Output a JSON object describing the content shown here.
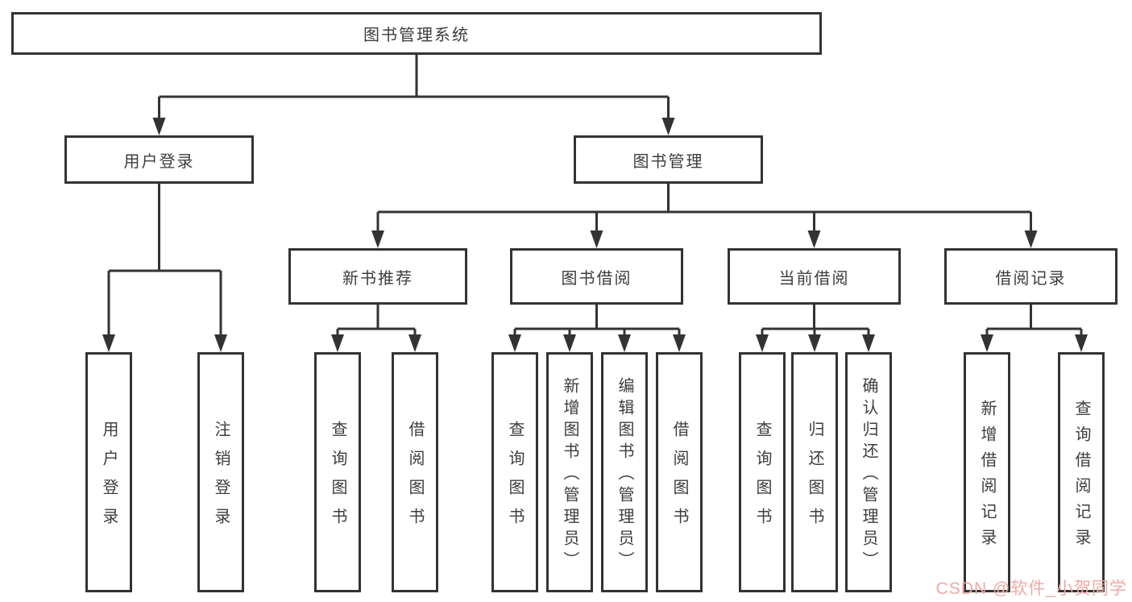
{
  "tree": {
    "root": {
      "label": "图书管理系统",
      "children": [
        {
          "label": "用户登录",
          "children": [
            {
              "label": "用户登录"
            },
            {
              "label": "注销登录"
            }
          ]
        },
        {
          "label": "图书管理",
          "children": [
            {
              "label": "新书推荐",
              "children": [
                {
                  "label": "查询图书"
                },
                {
                  "label": "借阅图书"
                }
              ]
            },
            {
              "label": "图书借阅",
              "children": [
                {
                  "label": "查询图书"
                },
                {
                  "label": "新增图书（管理员）"
                },
                {
                  "label": "编辑图书（管理员）"
                },
                {
                  "label": "借阅图书"
                }
              ]
            },
            {
              "label": "当前借阅",
              "children": [
                {
                  "label": "查询图书"
                },
                {
                  "label": "归还图书"
                },
                {
                  "label": "确认归还（管理员）"
                }
              ]
            },
            {
              "label": "借阅记录",
              "children": [
                {
                  "label": "新增借阅记录"
                },
                {
                  "label": "查询借阅记录"
                }
              ]
            }
          ]
        }
      ]
    }
  },
  "watermark": {
    "text": "CSDN @软件_小贺同学"
  },
  "colors": {
    "line": "#333333",
    "ink": "#3d3d3d",
    "watermark": "#efa9a5",
    "bg": "#ffffff"
  }
}
